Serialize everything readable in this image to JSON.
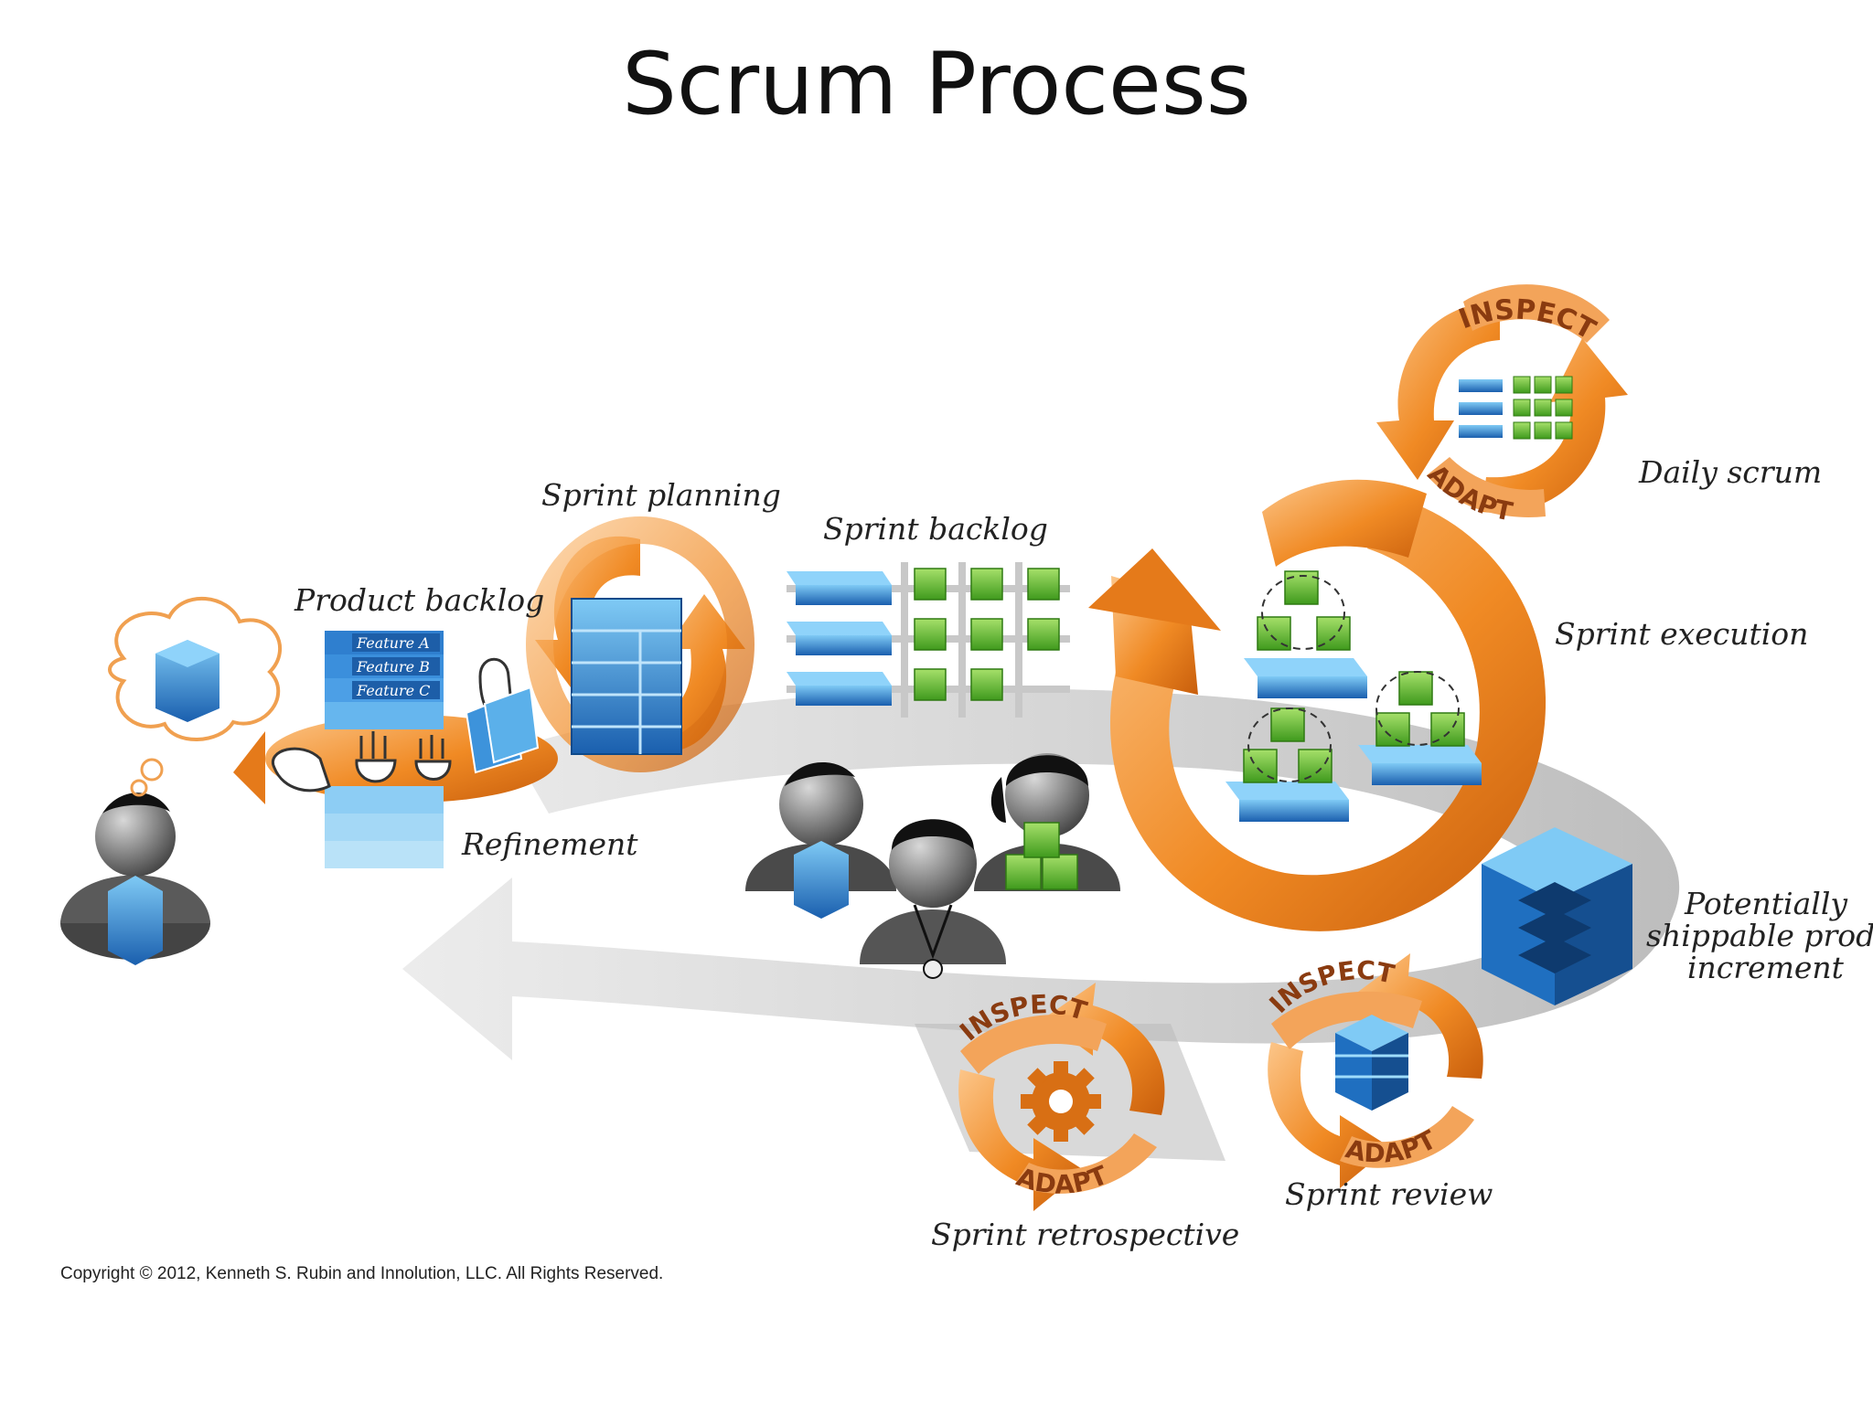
{
  "title": "Scrum Process",
  "labels": {
    "product_backlog": "Product backlog",
    "sprint_planning": "Sprint planning",
    "sprint_backlog": "Sprint backlog",
    "daily_scrum": "Daily scrum",
    "sprint_execution": "Sprint execution",
    "refinement": "Refinement",
    "potentially_line1": "Potentially",
    "potentially_line2": "shippable product",
    "potentially_line3": "increment",
    "sprint_review": "Sprint review",
    "sprint_retrospective": "Sprint retrospective"
  },
  "backlog_features": [
    "Feature A",
    "Feature B",
    "Feature C"
  ],
  "cycle_words": {
    "inspect": "INSPECT",
    "adapt": "ADAPT"
  },
  "copyright": "Copyright © 2012, Kenneth S. Rubin and Innolution, LLC. All Rights Reserved.",
  "colors": {
    "orange": "#f08a24",
    "orange_light": "#fbbf7a",
    "blue": "#1f6fc0",
    "blue_light": "#5fb3ec",
    "green": "#6cc63a",
    "gray_path": "#cfcfcf",
    "gray_dark": "#9a9a9a"
  }
}
